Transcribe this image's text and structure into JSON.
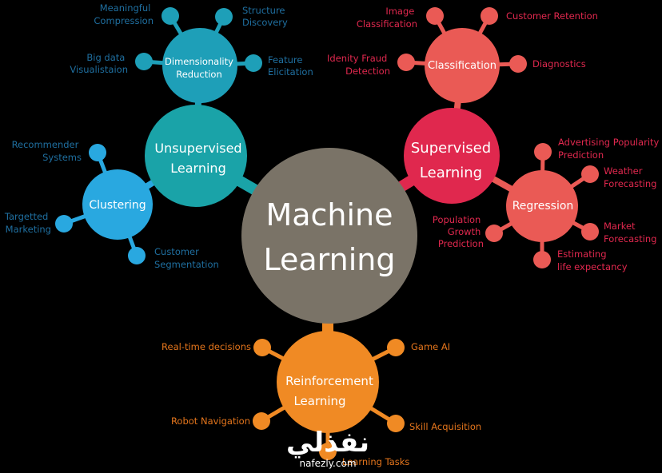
{
  "colors": {
    "background": "#000000",
    "center": "#7a7367",
    "unsupervised": "#1aa3a8",
    "dimensionality": "#1e9fb8",
    "clustering": "#29a8e0",
    "supervised": "#e0284e",
    "classification": "#ea5a55",
    "regression": "#ea5a55",
    "reinforcement": "#f08a24",
    "text_blue": "#1f6fa0",
    "text_red": "#e0284e",
    "text_orange": "#e4751c"
  },
  "center": {
    "line1": "Machine",
    "line2": "Learning"
  },
  "unsupervised": {
    "line1": "Unsupervised",
    "line2": "Learning",
    "dimensionality": {
      "line1": "Dimensionality",
      "line2": "Reduction",
      "leaves": [
        [
          "Meaningful",
          "Compression"
        ],
        [
          "Structure",
          "Discovery"
        ],
        [
          "Big data",
          "Visualistaion"
        ],
        [
          "Feature",
          "Elicitation"
        ]
      ]
    },
    "clustering": {
      "label": "Clustering",
      "leaves": [
        [
          "Recommender",
          "Systems"
        ],
        [
          "Targetted",
          "Marketing"
        ],
        [
          "Customer",
          "Segmentation"
        ]
      ]
    }
  },
  "supervised": {
    "line1": "Supervised",
    "line2": "Learning",
    "classification": {
      "label": "Classification",
      "leaves": [
        [
          "Image",
          "Classification"
        ],
        [
          "Customer Retention"
        ],
        [
          "Idenity Fraud",
          "Detection"
        ],
        [
          "Diagnostics"
        ]
      ]
    },
    "regression": {
      "label": "Regression",
      "leaves": [
        [
          "Advertising Popularity",
          "Prediction"
        ],
        [
          "Weather",
          "Forecasting"
        ],
        [
          "Population",
          "Growth",
          "Prediction"
        ],
        [
          "Market",
          "Forecasting"
        ],
        [
          "Estimating",
          "life expectancy"
        ]
      ]
    }
  },
  "reinforcement": {
    "line1": "Reinforcement",
    "line2": "Learning",
    "leaves": [
      [
        "Real-time decisions"
      ],
      [
        "Game AI"
      ],
      [
        "Robot Navigation"
      ],
      [
        "Skill Acquisition"
      ],
      [
        "Learning Tasks"
      ]
    ]
  },
  "watermark": {
    "arabic": "نفذلي",
    "latin": "nafezly.com"
  }
}
